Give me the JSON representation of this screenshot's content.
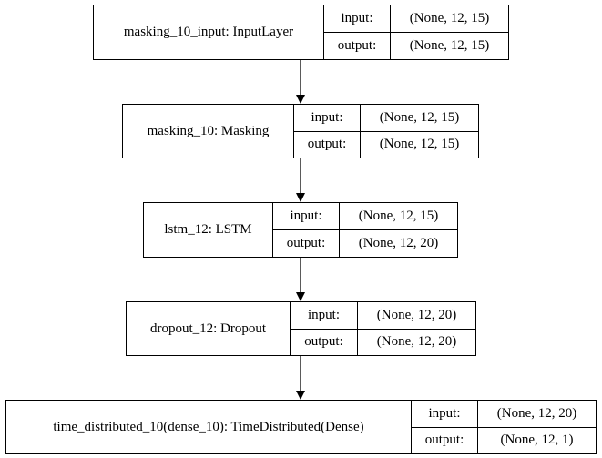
{
  "diagram": {
    "layers": [
      {
        "name": "masking_10_input: InputLayer",
        "input_label": "input:",
        "input_value": "(None, 12, 15)",
        "output_label": "output:",
        "output_value": "(None, 12, 15)"
      },
      {
        "name": "masking_10: Masking",
        "input_label": "input:",
        "input_value": "(None, 12, 15)",
        "output_label": "output:",
        "output_value": "(None, 12, 15)"
      },
      {
        "name": "lstm_12: LSTM",
        "input_label": "input:",
        "input_value": "(None, 12, 15)",
        "output_label": "output:",
        "output_value": "(None, 12, 20)"
      },
      {
        "name": "dropout_12: Dropout",
        "input_label": "input:",
        "input_value": "(None, 12, 20)",
        "output_label": "output:",
        "output_value": "(None, 12, 20)"
      },
      {
        "name": "time_distributed_10(dense_10): TimeDistributed(Dense)",
        "input_label": "input:",
        "input_value": "(None, 12, 20)",
        "output_label": "output:",
        "output_value": "(None, 12, 1)"
      }
    ],
    "edge_color": "#000000"
  }
}
